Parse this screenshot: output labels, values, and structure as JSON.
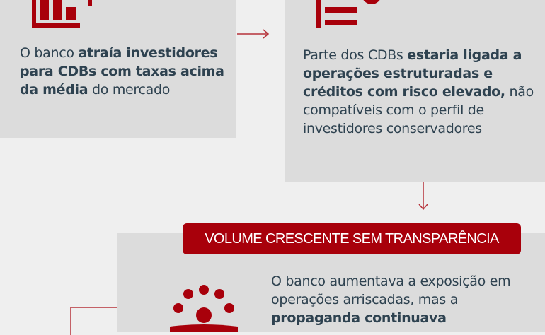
{
  "colors": {
    "accent": "#a8000b",
    "box": "#dcdcdc",
    "background": "#efefef",
    "text": "#2e4250"
  },
  "step1": {
    "icon": "bar-chart-icon",
    "parts": [
      {
        "text": "O banco ",
        "bold": false
      },
      {
        "text": "atraía investidores para CDBs com taxas acima da média",
        "bold": true
      },
      {
        "text": " do mercado",
        "bold": false
      }
    ]
  },
  "step2": {
    "icon": "document-icon",
    "parts": [
      {
        "text": "Parte dos CDBs ",
        "bold": false
      },
      {
        "text": "estaria ligada a operações estruturadas e créditos com risco elevado,",
        "bold": true
      },
      {
        "text": " não compatíveis com o perfil de investidores conservadores",
        "bold": false
      }
    ]
  },
  "step3": {
    "label": "VOLUME CRESCENTE SEM TRANSPARÊNCIA",
    "icon": "coins-bowl-icon",
    "parts": [
      {
        "text": "O banco aumentava a exposição em operações arriscadas, mas a ",
        "bold": false
      },
      {
        "text": "propaganda continuava",
        "bold": true
      }
    ]
  }
}
